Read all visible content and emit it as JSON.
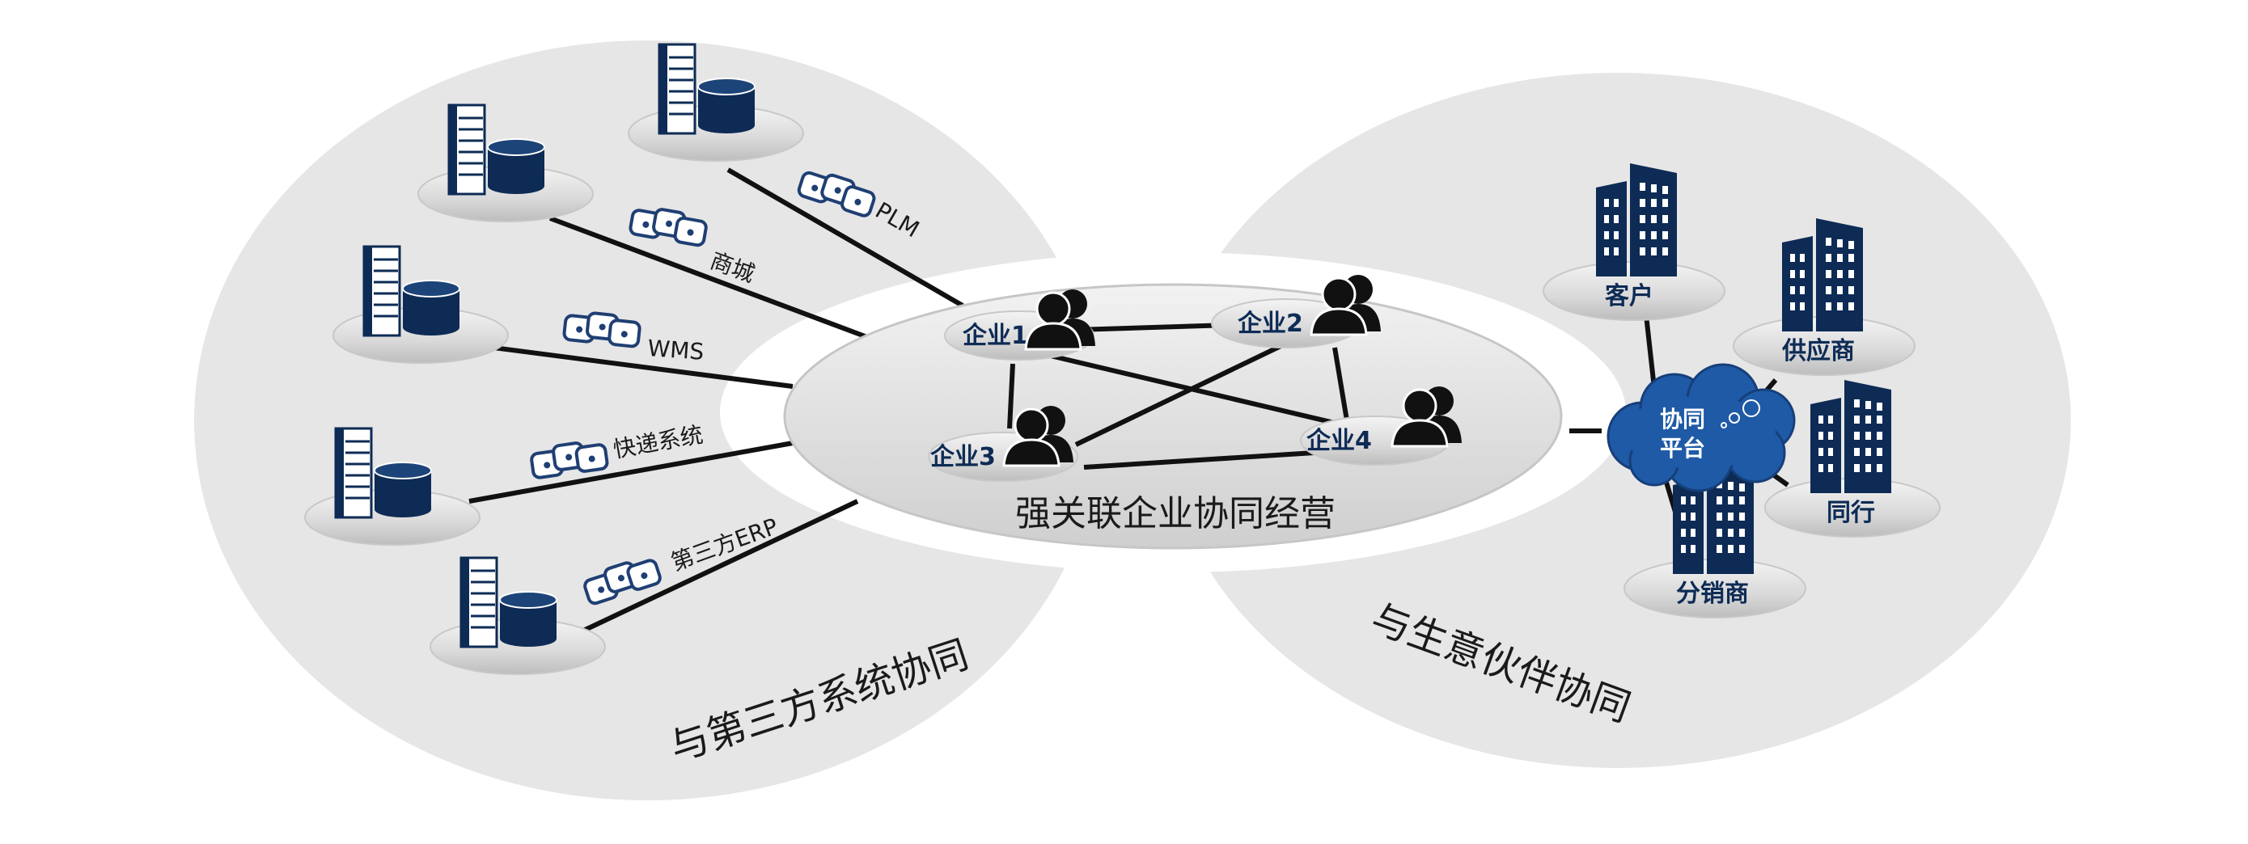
{
  "colors": {
    "navy": "#0d2b55",
    "cloud_blue": "#1f5aa6",
    "background_blob": "#e6e6e6",
    "line": "#111111"
  },
  "left_section": {
    "title": "与第三方系统协同",
    "systems": [
      {
        "label": "PLM",
        "icon": "server-database-icon"
      },
      {
        "label": "商城",
        "icon": "server-database-icon"
      },
      {
        "label": "WMS",
        "icon": "server-database-icon"
      },
      {
        "label": "快递系统",
        "icon": "server-database-icon"
      },
      {
        "label": "第三方ERP",
        "icon": "server-database-icon"
      }
    ],
    "link_icon": "chain-link-icon"
  },
  "center_section": {
    "title": "强关联企业协同经营",
    "enterprises": [
      {
        "label": "企业1",
        "icon": "user-group-icon"
      },
      {
        "label": "企业2",
        "icon": "user-group-icon"
      },
      {
        "label": "企业3",
        "icon": "user-group-icon"
      },
      {
        "label": "企业4",
        "icon": "user-group-icon"
      }
    ]
  },
  "right_section": {
    "title": "与生意伙伴协同",
    "platform": {
      "line1": "协同",
      "line2": "平台",
      "icon": "cloud-icon"
    },
    "partners": [
      {
        "label": "客户",
        "icon": "building-icon"
      },
      {
        "label": "供应商",
        "icon": "building-icon"
      },
      {
        "label": "同行",
        "icon": "building-icon"
      },
      {
        "label": "分销商",
        "icon": "building-icon"
      }
    ]
  }
}
